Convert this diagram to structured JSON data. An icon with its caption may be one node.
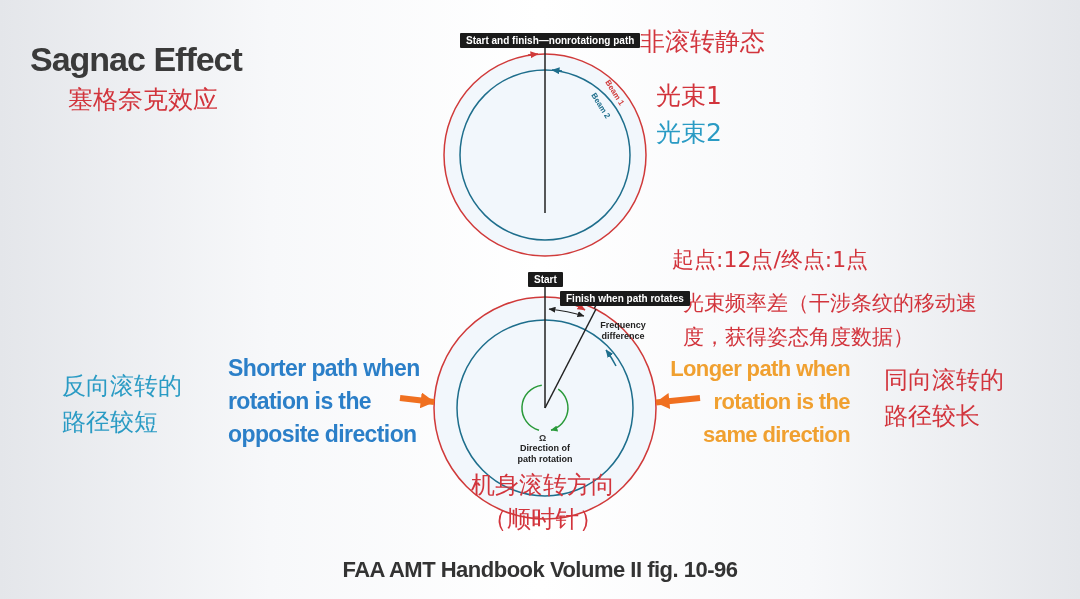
{
  "diagram": {
    "title": "Sagnac Effect",
    "caption": "FAA AMT Handbook Volume II fig. 10-96",
    "nodes": [
      {
        "text": [
          "Start and finish—nonrotationg path"
        ]
      },
      {
        "text": [
          "Start"
        ]
      },
      {
        "text": [
          "Finish when path rotates"
        ]
      },
      {
        "text": [
          "Shorter path when rotation is the opposite direction"
        ]
      },
      {
        "text": [
          "Longer path when rotation is the same direction"
        ]
      },
      {
        "text": [],
        "shape": "circle"
      },
      {
        "text": [],
        "shape": "circle"
      }
    ],
    "edges": [
      {
        "from": 0,
        "to": 5,
        "arrow": "none"
      },
      {
        "from": 1,
        "to": 6,
        "arrow": "none"
      },
      {
        "from": 2,
        "to": 6,
        "arrow": "none"
      },
      {
        "from": 3,
        "to": 6,
        "arrow": "to",
        "style": "thick",
        "color": "#f07020"
      },
      {
        "from": 4,
        "to": 6,
        "arrow": "to",
        "style": "thick",
        "color": "#f07020"
      }
    ],
    "labels": [
      "塞格奈克效应",
      "非滚转静态",
      "光束1",
      "光束2",
      "Beam 1",
      "Beam 2",
      "起点:12点/终点:1点",
      "光束频率差（干涉条纹的移动速度，获得姿态角度数据）",
      "Frequency difference",
      "反向滚转的路径较短",
      "同向滚转的路径较长",
      "Ω",
      "Direction of path rotation",
      "机身滚转方向（顺时针）"
    ]
  }
}
